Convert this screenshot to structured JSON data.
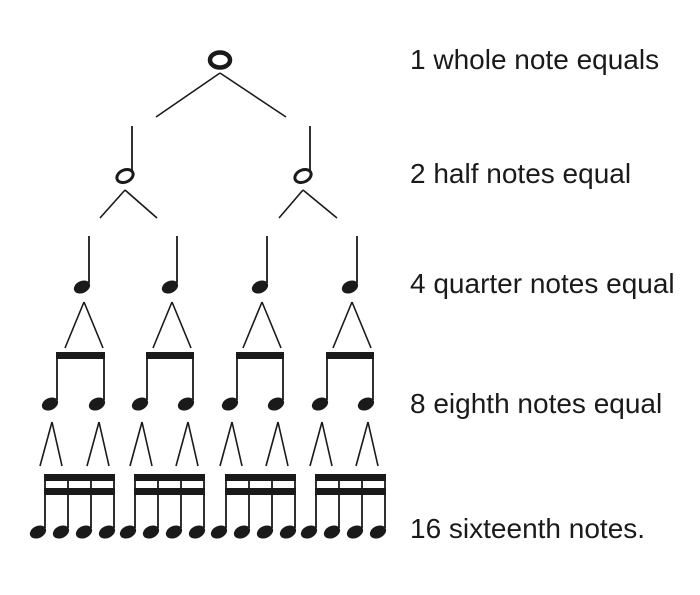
{
  "labels": {
    "whole": "1 whole note equals",
    "half": "2 half notes equal",
    "quarter": "4 quarter notes equal",
    "eighth": "8 eighth notes equal",
    "sixteenth": "16 sixteenth notes."
  },
  "tree": {
    "levels": [
      {
        "note": "whole",
        "count": 1
      },
      {
        "note": "half",
        "count": 2
      },
      {
        "note": "quarter",
        "count": 4
      },
      {
        "note": "eighth",
        "count": 8,
        "grouping": "beamed pairs"
      },
      {
        "note": "sixteenth",
        "count": 16,
        "grouping": "beamed groups of four"
      }
    ]
  },
  "colors": {
    "ink": "#1a1a1a",
    "background": "#ffffff"
  }
}
